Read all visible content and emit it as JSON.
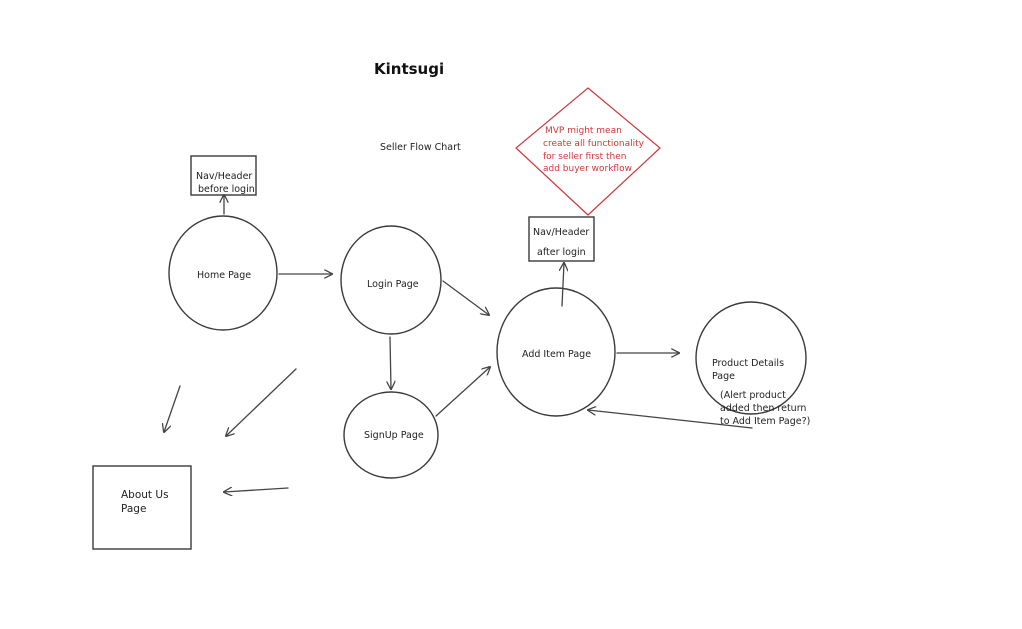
{
  "title": "Kintsugi",
  "subtitle": "Seller Flow Chart",
  "colors": {
    "stroke": "#3a3a3a",
    "note": "#d0383a",
    "background": "#ffffff"
  },
  "nodes": {
    "home": "Home Page",
    "login": "Login Page",
    "signup": "SignUp Page",
    "add_item": "Add Item Page",
    "product_details": [
      "Product Details",
      "Page"
    ],
    "about_us": [
      "About Us",
      "Page"
    ],
    "nav_before": [
      "Nav/Header",
      "before login"
    ],
    "nav_after": [
      "Nav/Header",
      "after login"
    ]
  },
  "annotations": {
    "alert_note": [
      "(Alert product",
      "added then return",
      "to Add Item Page?)"
    ],
    "mvp_note": [
      "MVP might mean",
      "create all functionality",
      "for seller first then",
      "add buyer workflow"
    ]
  }
}
